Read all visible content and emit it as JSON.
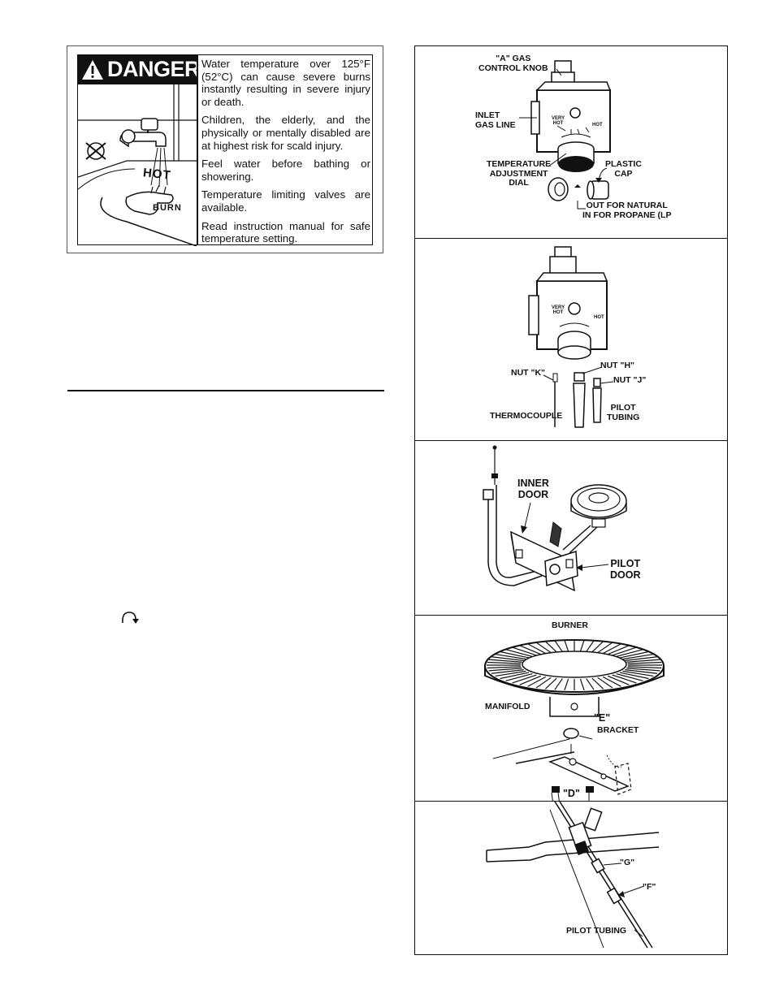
{
  "danger_label": {
    "heading": "DANGER",
    "paragraphs": [
      "Water temperature over 125°F (52°C) can cause severe burns instantly resulting in severe injury or death.",
      "Children, the elderly, and the physically or mentally disabled are at highest risk for scald injury.",
      "Feel water before bathing or showering.",
      "Temperature limiting valves are available.",
      "Read instruction manual for safe temperature setting."
    ],
    "hot_word": "HOT",
    "burn_word": "BURN"
  },
  "figures": [
    {
      "labels": {
        "control_knob": "\"A\" GAS\nCONTROL KNOB",
        "inlet": "INLET\nGAS LINE",
        "temp_dial": "TEMPERATURE\nADJUSTMENT\nDIAL",
        "plastic_cap": "PLASTIC\nCAP",
        "out_for": "OUT FOR NATURAL\nIN FOR PROPANE (LP"
      },
      "dial_marks": [
        "VERY HOT",
        "HOT"
      ]
    },
    {
      "labels": {
        "nut_h": "NUT \"H\"",
        "nut_k": "NUT \"K\"",
        "nut_j": "NUT \"J\"",
        "thermocouple": "THERMOCOUPLE",
        "pilot_tubing": "PILOT\nTUBING"
      },
      "dial_marks": [
        "VERY HOT",
        "HOT"
      ]
    },
    {
      "labels": {
        "inner_door": "INNER\nDOOR",
        "pilot_door": "PILOT\nDOOR"
      }
    },
    {
      "labels": {
        "burner": "BURNER",
        "manifold": "MANIFOLD",
        "e": "\"E\"",
        "bracket": "BRACKET",
        "d": "\"D\""
      }
    },
    {
      "labels": {
        "g": "\"G\"",
        "f": "\"F\"",
        "pilot_tubing": "PILOT TUBING"
      }
    }
  ],
  "symbols": {
    "rotate_icon": "clockwise-arrow"
  }
}
